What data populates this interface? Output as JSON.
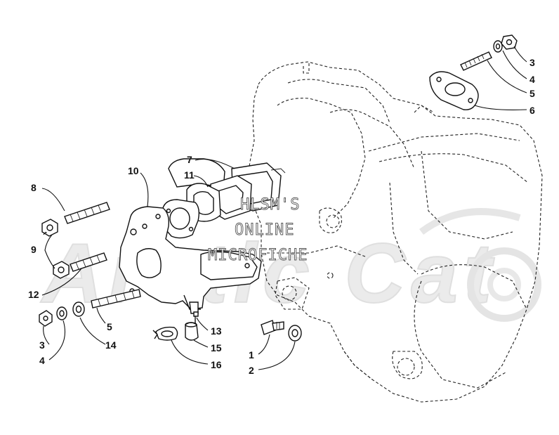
{
  "watermark": {
    "line1": "HLSM'S",
    "line2": "ONLINE",
    "line3": "MICROFICHE",
    "logo_text": "Arctic Cat"
  },
  "callouts": [
    {
      "id": "c1",
      "label": "1"
    },
    {
      "id": "c2",
      "label": "2"
    },
    {
      "id": "c3a",
      "label": "3"
    },
    {
      "id": "c3b",
      "label": "3"
    },
    {
      "id": "c4a",
      "label": "4"
    },
    {
      "id": "c4b",
      "label": "4"
    },
    {
      "id": "c5a",
      "label": "5"
    },
    {
      "id": "c5b",
      "label": "5"
    },
    {
      "id": "c6",
      "label": "6"
    },
    {
      "id": "c7",
      "label": "7"
    },
    {
      "id": "c8",
      "label": "8"
    },
    {
      "id": "c9",
      "label": "9"
    },
    {
      "id": "c10",
      "label": "10"
    },
    {
      "id": "c11",
      "label": "11"
    },
    {
      "id": "c12",
      "label": "12"
    },
    {
      "id": "c13",
      "label": "13"
    },
    {
      "id": "c14",
      "label": "14"
    },
    {
      "id": "c15",
      "label": "15"
    },
    {
      "id": "c16",
      "label": "16"
    }
  ],
  "colors": {
    "line": "#111111",
    "background": "#ffffff",
    "watermark_logo": "#e6e6e6"
  }
}
